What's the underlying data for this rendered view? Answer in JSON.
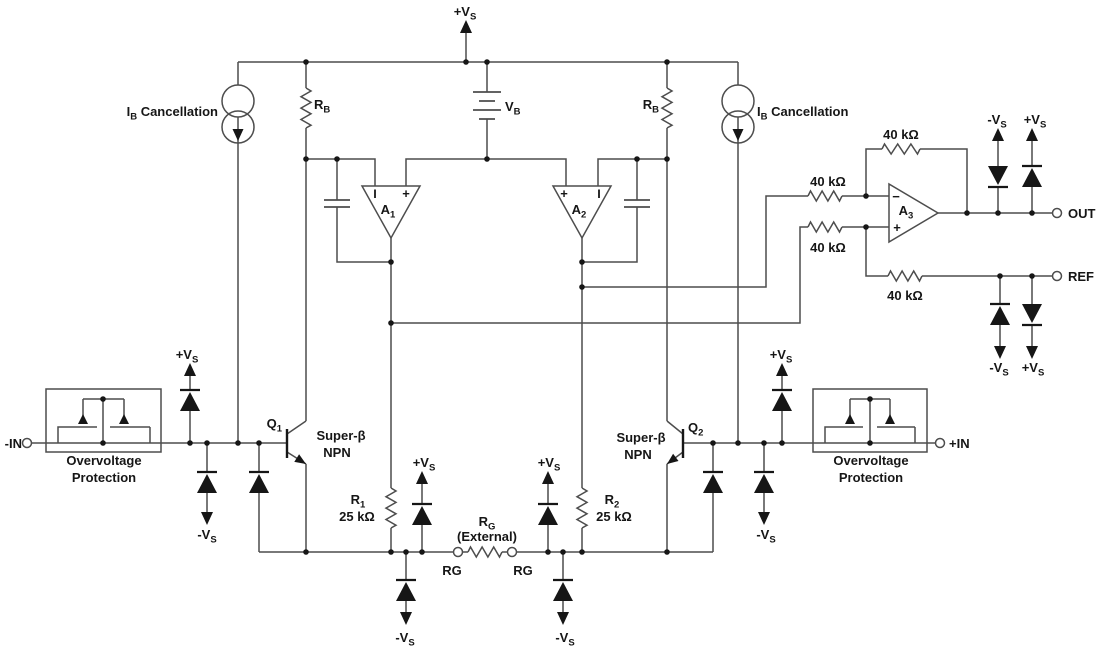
{
  "colors": {
    "background": "#ffffff",
    "wire": "#4d4d4d",
    "ink": "#161616"
  },
  "labels": {
    "supply_pos": {
      "main": "+V",
      "sub": "S"
    },
    "supply_neg": {
      "main": "-V",
      "sub": "S"
    },
    "ib": {
      "main": "I",
      "sub": "B",
      "rest": " Cancellation"
    },
    "rb": {
      "main": "R",
      "sub": "B"
    },
    "vb": {
      "main": "V",
      "sub": "B"
    },
    "a1": {
      "main": "A",
      "sub": "1"
    },
    "a2": {
      "main": "A",
      "sub": "2"
    },
    "a3": {
      "main": "A",
      "sub": "3"
    },
    "q1": {
      "main": "Q",
      "sub": "1"
    },
    "q2": {
      "main": "Q",
      "sub": "2"
    },
    "r1": {
      "main": "R",
      "sub": "1"
    },
    "r2": {
      "main": "R",
      "sub": "2"
    },
    "rg": {
      "main": "R",
      "sub": "G"
    },
    "rg_external": "(External)",
    "rg_pin": "RG",
    "r40k": "40 kΩ",
    "r25k": "25 kΩ",
    "out": "OUT",
    "ref": "REF",
    "in_neg": "-IN",
    "in_pos": "+IN",
    "ovp_line1": "Overvoltage",
    "ovp_line2": "Protection",
    "q_type_line1": "Super-β",
    "q_type_line2": "NPN",
    "plus": "+",
    "minus": "−"
  }
}
